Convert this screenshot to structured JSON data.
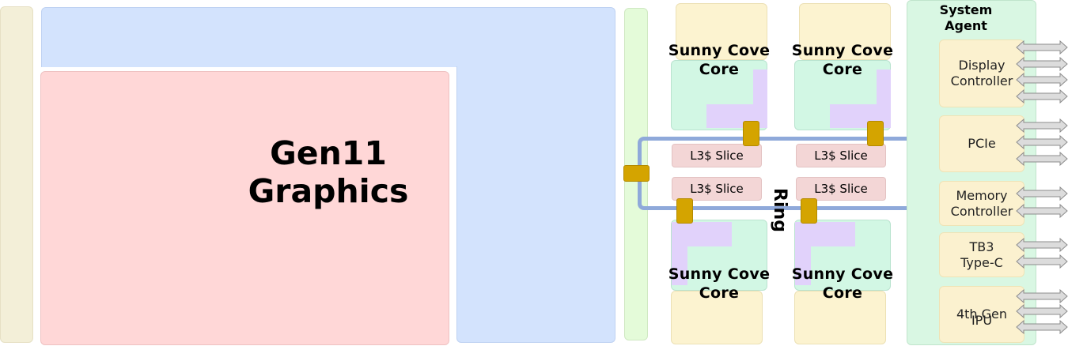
{
  "graphics": {
    "line1": "Gen11",
    "line2": "Graphics"
  },
  "cores": {
    "top_left": {
      "line1": "Sunny Cove",
      "line2": "Core"
    },
    "top_right": {
      "line1": "Sunny Cove",
      "line2": "Core"
    },
    "bottom_left": {
      "line1": "Sunny Cove",
      "line2": "Core"
    },
    "bottom_right": {
      "line1": "Sunny Cove",
      "line2": "Core"
    }
  },
  "l3_slices": [
    "L3$ Slice",
    "L3$ Slice",
    "L3$ Slice",
    "L3$ Slice"
  ],
  "ring_label": "Ring",
  "system_agent": {
    "title_line1": "System",
    "title_line2": "Agent",
    "blocks": [
      {
        "line1": "Display",
        "line2": "Controller"
      },
      {
        "line1": "PCIe",
        "line2": ""
      },
      {
        "line1": "Memory",
        "line2": "Controller"
      },
      {
        "line1": "TB3",
        "line2": "Type-C"
      },
      {
        "line1": "4th Gen",
        "line2": "IPU"
      }
    ]
  },
  "colors": {
    "graphics_red": "#ffd7d7",
    "graphics_blue": "#d3e3fd",
    "uncore_yellow": "#f3efd8",
    "core_green": "#d2f7e4",
    "core_purple": "#e1d2fb",
    "ring_blue": "#8fa9da",
    "ring_stop": "#d4a400",
    "agent_green": "#d9f7e3",
    "agent_block": "#fbf1cf"
  }
}
